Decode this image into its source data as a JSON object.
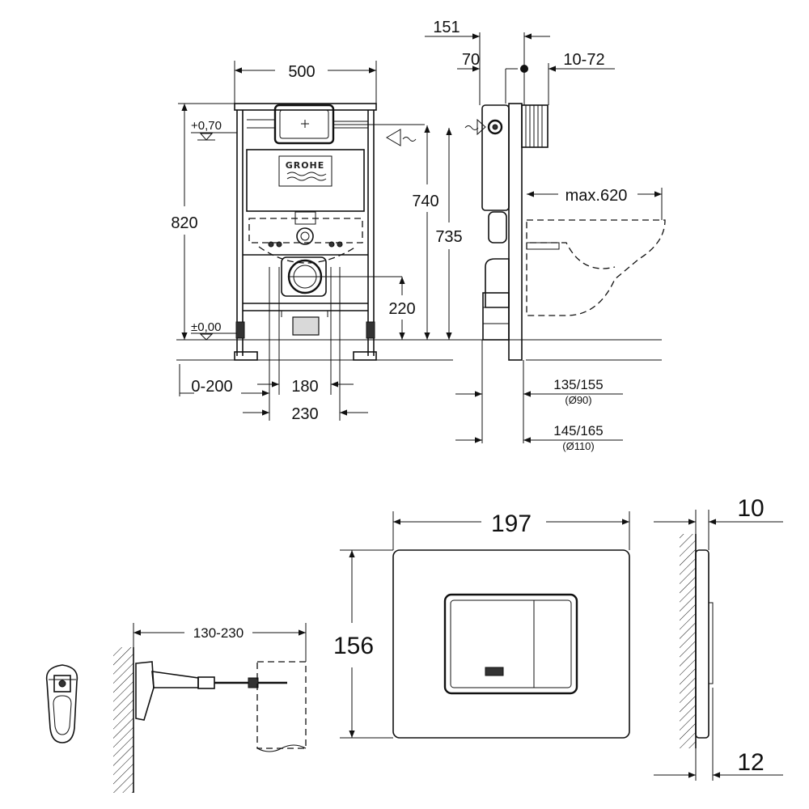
{
  "front_view": {
    "width_label": "500",
    "height_label": "820",
    "level_top": "+0,70",
    "level_zero": "±0,00",
    "tank_height": "740",
    "outlet_height": "735",
    "pipe_height": "220",
    "floor_offset": "0-200",
    "pipe_spacing_inner": "180",
    "pipe_spacing_outer": "230",
    "brand_logo": "GROHE"
  },
  "side_view": {
    "dim_151": "151",
    "dim_70": "70",
    "dim_wall": "10-72",
    "dim_max": "max.620",
    "dim_pipe_90": "135/155",
    "dim_pipe_90_sub": "(Ø90)",
    "dim_pipe_110": "145/165",
    "dim_pipe_110_sub": "(Ø110)"
  },
  "anchor_view": {
    "length_label": "130-230"
  },
  "plate_view": {
    "width_label": "197",
    "height_label": "156",
    "depth_top": "10",
    "depth_bottom": "12"
  }
}
